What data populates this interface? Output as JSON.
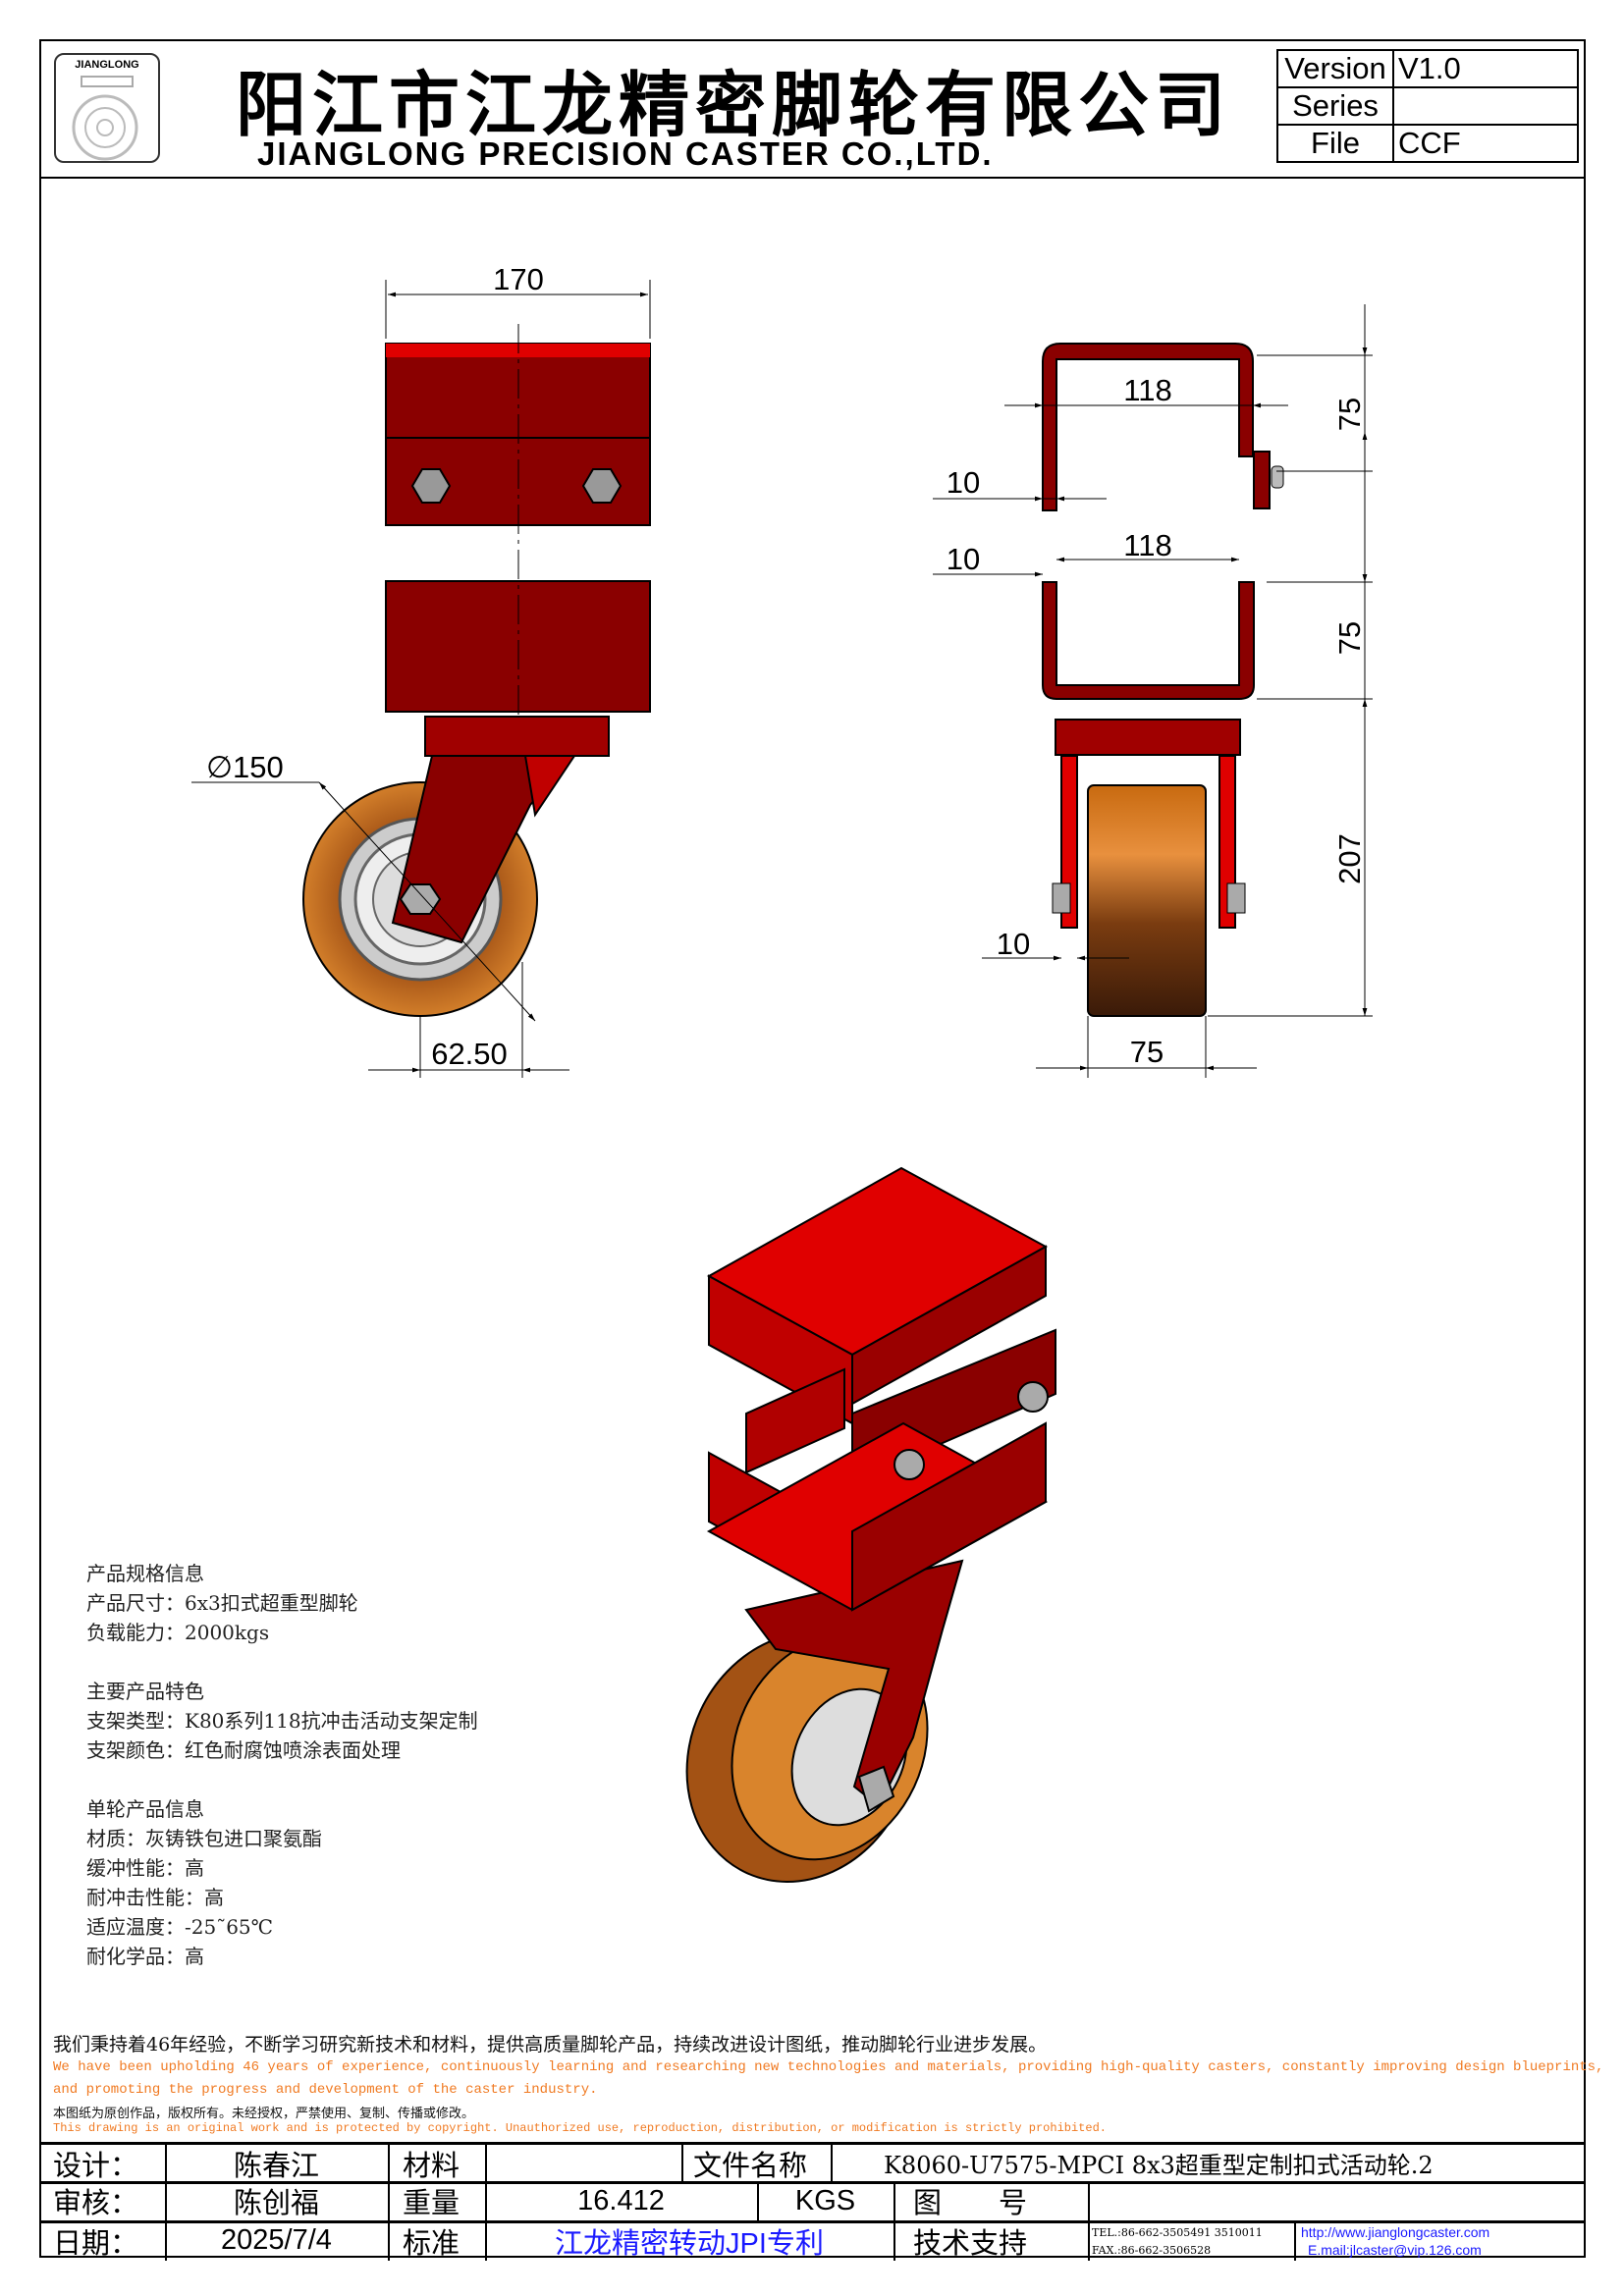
{
  "header": {
    "logo_text": "JIANGLONG",
    "company_cn": "阳江市江龙精密脚轮有限公司",
    "company_en": "JIANGLONG PRECISION CASTER CO.,LTD.",
    "meta": [
      {
        "label": "Version",
        "value": "V1.0"
      },
      {
        "label": "Series",
        "value": ""
      },
      {
        "label": "File",
        "value": "CCF"
      }
    ]
  },
  "dimensions": {
    "front": {
      "width": "170",
      "diameter": "∅150",
      "offset": "62.50"
    },
    "side": {
      "top_inner": "118",
      "top_thick": "10",
      "top_height": "75",
      "low_thick": "10",
      "low_inner": "118",
      "low_height": "75",
      "height": "207",
      "fork_thick": "10",
      "wheel_width": "75"
    }
  },
  "specs": {
    "group1_title": "产品规格信息",
    "size": "产品尺寸：6x3扣式超重型脚轮",
    "load": "负载能力：2000kgs",
    "group2_title": "主要产品特色",
    "bracket_type": "支架类型：K80系列118抗冲击活动支架定制",
    "bracket_color": "支架颜色：红色耐腐蚀喷涂表面处理",
    "group3_title": "单轮产品信息",
    "material": "材质：灰铸铁包进口聚氨酯",
    "cushion": "缓冲性能：高",
    "impact": "耐冲击性能：高",
    "temperature": "适应温度：-25˜65℃",
    "chemical": "耐化学品：高"
  },
  "footer": {
    "mission_cn": "我们秉持着46年经验，不断学习研究新技术和材料，提供高质量脚轮产品，持续改进设计图纸，推动脚轮行业进步发展。",
    "mission_en_1": "We have been upholding 46 years of experience, continuously learning and researching new technologies and materials, providing high-quality casters, constantly improving design blueprints,",
    "mission_en_2": "and promoting the progress and development of the caster industry.",
    "copyright_cn": "本图纸为原创作品，版权所有。未经授权，严禁使用、复制、传播或修改。",
    "copyright_en": "This drawing is an original work and is protected by copyright. Unauthorized use, reproduction, distribution, or modification is strictly prohibited."
  },
  "title_block": {
    "design_label": "设计：",
    "designer": "陈春江",
    "material_label": "材料",
    "material": "",
    "filename_label": "文件名称",
    "filename": "K8060-U7575-MPCI 8x3超重型定制扣式活动轮.2",
    "review_label": "审核：",
    "reviewer": "陈创福",
    "weight_label": "重量",
    "weight": "16.412",
    "weight_unit": "KGS",
    "drawing_no_label": "图　　号",
    "drawing_no": "",
    "date_label": "日期：",
    "date": "2025/7/4",
    "standard_label": "标准",
    "standard": "江龙精密转动JPI专利",
    "support_label": "技术支持",
    "tel": "TEL.:86-662-3505491 3510011",
    "fax": "FAX.:86-662-3506528",
    "website": "http://www.jianglongcaster.com",
    "email": "E.mail:jlcaster@vip.126.com"
  },
  "colors": {
    "frame_red": "#8a0000",
    "bright_red": "#e00000",
    "wheel_orange": "#d47a1e",
    "link_blue": "#1a1aff",
    "note_orange": "#f07a22"
  }
}
